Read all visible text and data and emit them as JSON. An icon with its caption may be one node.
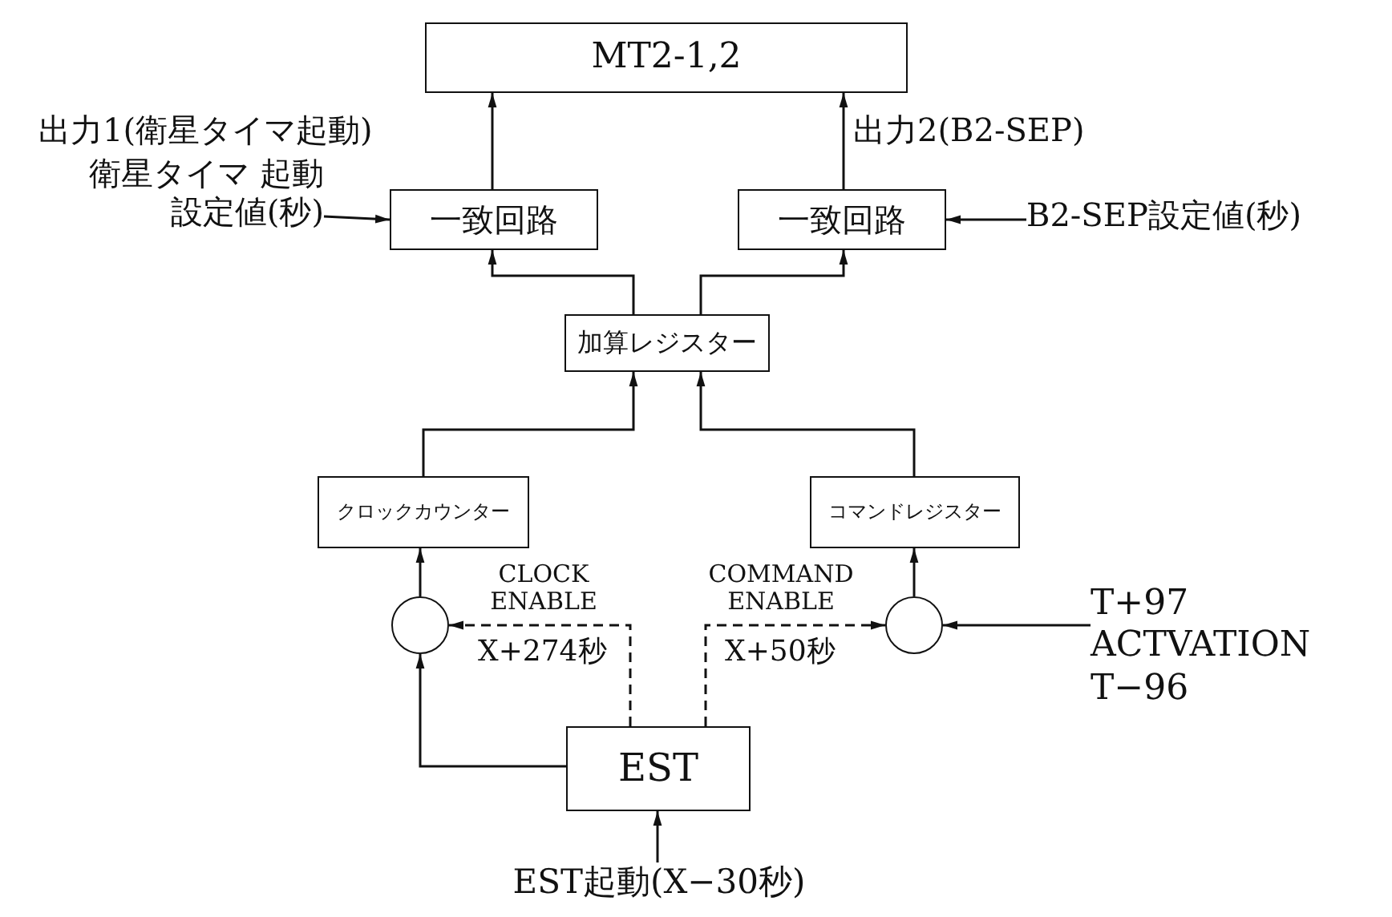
{
  "diagram": {
    "nodes": [
      {
        "text": [
          "MT2-1,2"
        ]
      },
      {
        "text": [
          "一致回路"
        ]
      },
      {
        "text": [
          "一致回路"
        ]
      },
      {
        "text": [
          "加算レジスター"
        ]
      },
      {
        "text": [
          "クロックカウンター"
        ]
      },
      {
        "text": [
          "コマンドレジスター"
        ]
      },
      {
        "text": [],
        "shape": "circle"
      },
      {
        "text": [],
        "shape": "circle"
      },
      {
        "text": [
          "EST"
        ]
      },
      {
        "text": [
          "衛星タイマ 起動設定値(秒)"
        ]
      },
      {
        "text": [
          "B2-SEP設定値(秒)"
        ]
      },
      {
        "text": [
          "T+97 ACTVATION T−96"
        ]
      },
      {
        "text": [
          "EST起動(X−30秒)"
        ]
      }
    ],
    "edges": [
      {
        "from": 1,
        "to": 0,
        "arrow": "to",
        "label": "出力1(衛星タイマ起動)"
      },
      {
        "from": 2,
        "to": 0,
        "arrow": "to",
        "label": "出力2(B2-SEP)"
      },
      {
        "from": 9,
        "to": 1,
        "arrow": "to"
      },
      {
        "from": 10,
        "to": 2,
        "arrow": "to"
      },
      {
        "from": 3,
        "to": 1,
        "arrow": "to"
      },
      {
        "from": 3,
        "to": 2,
        "arrow": "to"
      },
      {
        "from": 4,
        "to": 3,
        "arrow": "to"
      },
      {
        "from": 5,
        "to": 3,
        "arrow": "to"
      },
      {
        "from": 6,
        "to": 4,
        "arrow": "to"
      },
      {
        "from": 7,
        "to": 5,
        "arrow": "to"
      },
      {
        "from": 8,
        "to": 6,
        "arrow": "to"
      },
      {
        "from": 8,
        "to": 6,
        "arrow": "to",
        "style": "dashed",
        "label": "CLOCK ENABLE"
      },
      {
        "from": 8,
        "to": 7,
        "arrow": "to",
        "style": "dashed",
        "label": "COMMAND ENABLE"
      },
      {
        "from": 11,
        "to": 7,
        "arrow": "to"
      },
      {
        "from": 12,
        "to": 8,
        "arrow": "to"
      }
    ],
    "labels": [
      "X+274秒",
      "X+50秒"
    ]
  }
}
